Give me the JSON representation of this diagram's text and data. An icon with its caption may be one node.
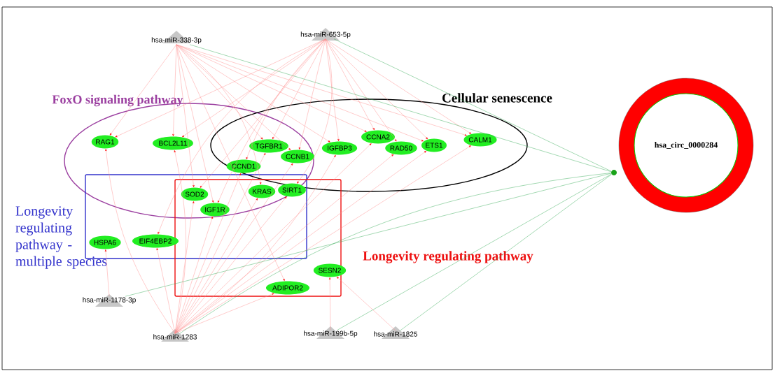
{
  "diagram": {
    "nodes": [
      {
        "text": [
          "RAG1"
        ]
      },
      {
        "text": [
          "BCL2L11"
        ]
      },
      {
        "text": [
          "TGFBR1"
        ]
      },
      {
        "text": [
          "CCNB1"
        ]
      },
      {
        "text": [
          "CCND1"
        ]
      },
      {
        "text": [
          "IGFBP3"
        ]
      },
      {
        "text": [
          "CCNA2"
        ]
      },
      {
        "text": [
          "RAD50"
        ]
      },
      {
        "text": [
          "ETS1"
        ]
      },
      {
        "text": [
          "CALM1"
        ]
      },
      {
        "text": [
          "SOD2"
        ]
      },
      {
        "text": [
          "IGF1R"
        ]
      },
      {
        "text": [
          "KRAS"
        ]
      },
      {
        "text": [
          "SIRT1"
        ]
      },
      {
        "text": [
          "HSPA6"
        ]
      },
      {
        "text": [
          "EIF4EBP2"
        ]
      },
      {
        "text": [
          "SESN2"
        ]
      },
      {
        "text": [
          "ADIPOR2"
        ]
      },
      {
        "text": [
          "hsa-miR-338-3p"
        ]
      },
      {
        "text": [
          "hsa-miR-653-5p"
        ]
      },
      {
        "text": [
          "hsa-miR-1178-3p"
        ]
      },
      {
        "text": [
          "hsa-miR-1283"
        ]
      },
      {
        "text": [
          "hsa-miR-199b-5p"
        ]
      },
      {
        "text": [
          "hsa-miR-1825"
        ]
      },
      {
        "text": [],
        "shape": "circle"
      },
      {
        "text": [
          "hsa_circ_0000284"
        ]
      }
    ],
    "edges": [
      {
        "from": 18,
        "to": 0,
        "arrow": "to"
      },
      {
        "from": 18,
        "to": 1,
        "arrow": "to"
      },
      {
        "from": 18,
        "to": 10,
        "arrow": "to"
      },
      {
        "from": 18,
        "to": 11,
        "arrow": "to"
      },
      {
        "from": 18,
        "to": 2,
        "arrow": "to"
      },
      {
        "from": 18,
        "to": 3,
        "arrow": "to"
      },
      {
        "from": 18,
        "to": 12,
        "arrow": "to"
      },
      {
        "from": 18,
        "to": 17,
        "arrow": "to"
      },
      {
        "from": 18,
        "to": 5,
        "arrow": "to"
      },
      {
        "from": 18,
        "to": 6,
        "arrow": "to"
      },
      {
        "from": 18,
        "to": 8,
        "arrow": "to"
      },
      {
        "from": 18,
        "to": 9,
        "arrow": "to"
      },
      {
        "from": 19,
        "to": 0,
        "arrow": "to"
      },
      {
        "from": 19,
        "to": 1,
        "arrow": "to"
      },
      {
        "from": 19,
        "to": 4,
        "arrow": "to"
      },
      {
        "from": 19,
        "to": 2,
        "arrow": "to"
      },
      {
        "from": 19,
        "to": 3,
        "arrow": "to"
      },
      {
        "from": 19,
        "to": 13,
        "arrow": "to"
      },
      {
        "from": 19,
        "to": 5,
        "arrow": "to"
      },
      {
        "from": 19,
        "to": 6,
        "arrow": "to"
      },
      {
        "from": 19,
        "to": 7,
        "arrow": "to"
      },
      {
        "from": 19,
        "to": 8,
        "arrow": "to"
      },
      {
        "from": 19,
        "to": 9,
        "arrow": "to"
      },
      {
        "from": 19,
        "to": 10,
        "arrow": "to"
      },
      {
        "from": 19,
        "to": 11,
        "arrow": "to"
      },
      {
        "from": 19,
        "to": 15,
        "arrow": "to"
      },
      {
        "from": 21,
        "to": 0,
        "arrow": "to"
      },
      {
        "from": 21,
        "to": 1,
        "arrow": "to"
      },
      {
        "from": 21,
        "to": 15,
        "arrow": "to"
      },
      {
        "from": 21,
        "to": 10,
        "arrow": "to"
      },
      {
        "from": 21,
        "to": 11,
        "arrow": "to"
      },
      {
        "from": 21,
        "to": 4,
        "arrow": "to"
      },
      {
        "from": 21,
        "to": 12,
        "arrow": "to"
      },
      {
        "from": 21,
        "to": 13,
        "arrow": "to"
      },
      {
        "from": 21,
        "to": 2,
        "arrow": "to"
      },
      {
        "from": 21,
        "to": 3,
        "arrow": "to"
      },
      {
        "from": 21,
        "to": 5,
        "arrow": "to"
      },
      {
        "from": 21,
        "to": 6,
        "arrow": "to"
      },
      {
        "from": 21,
        "to": 7,
        "arrow": "to"
      },
      {
        "from": 21,
        "to": 8,
        "arrow": "to"
      },
      {
        "from": 21,
        "to": 9,
        "arrow": "to"
      },
      {
        "from": 21,
        "to": 17,
        "arrow": "to"
      },
      {
        "from": 20,
        "to": 14,
        "arrow": "to"
      },
      {
        "from": 22,
        "to": 16,
        "arrow": "to"
      },
      {
        "from": 23,
        "to": 16,
        "arrow": "to"
      },
      {
        "from": 18,
        "to": 24,
        "arrow": "none",
        "color": "#33aa55"
      },
      {
        "from": 19,
        "to": 24,
        "arrow": "none",
        "color": "#33aa55"
      },
      {
        "from": 20,
        "to": 24,
        "arrow": "none",
        "color": "#33aa55"
      },
      {
        "from": 21,
        "to": 24,
        "arrow": "none",
        "color": "#33aa55"
      },
      {
        "from": 22,
        "to": 24,
        "arrow": "none",
        "color": "#33aa55"
      },
      {
        "from": 23,
        "to": 24,
        "arrow": "none",
        "color": "#33aa55"
      }
    ],
    "labels": [
      "FoxO signaling pathway",
      "Cellular senescence",
      "Longevity regulating pathway - multiple species",
      "Longevity regulating pathway"
    ]
  }
}
